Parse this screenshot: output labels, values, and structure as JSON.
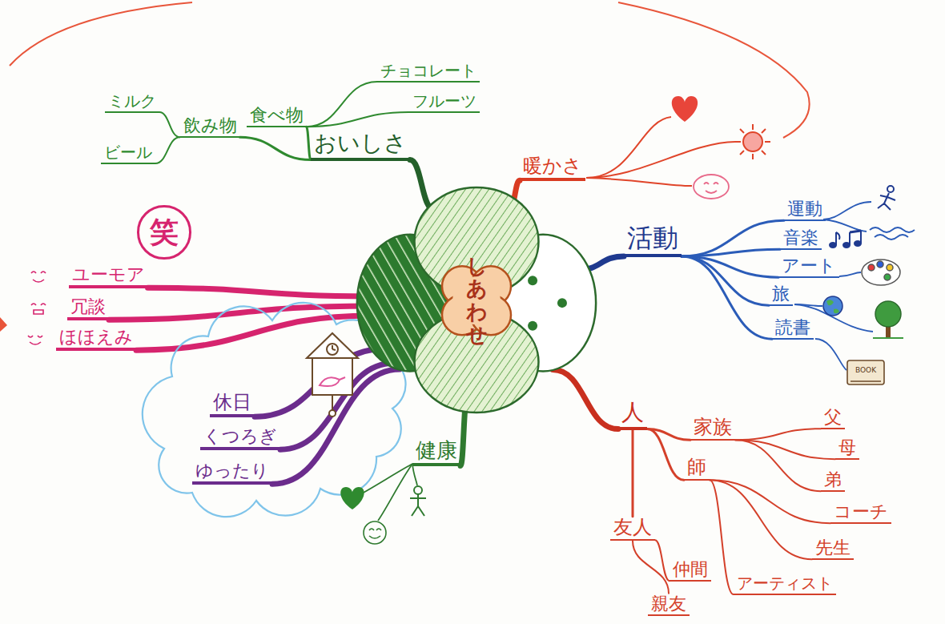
{
  "diagram": {
    "nodes": [
      {
        "text": [
          "しあわせ"
        ]
      },
      {
        "text": [
          "おいしさ"
        ]
      },
      {
        "text": [
          "飲み物"
        ]
      },
      {
        "text": [
          "食べ物"
        ]
      },
      {
        "text": [
          "ミルク"
        ]
      },
      {
        "text": [
          "ビール"
        ]
      },
      {
        "text": [
          "チョコレート"
        ]
      },
      {
        "text": [
          "フルーツ"
        ]
      },
      {
        "text": [
          "暖かさ"
        ]
      },
      {
        "text": [
          "活動"
        ]
      },
      {
        "text": [
          "運動"
        ]
      },
      {
        "text": [
          "音楽"
        ]
      },
      {
        "text": [
          "アート"
        ]
      },
      {
        "text": [
          "旅"
        ]
      },
      {
        "text": [
          "読書"
        ]
      },
      {
        "text": [
          "人"
        ]
      },
      {
        "text": [
          "家族"
        ]
      },
      {
        "text": [
          "父"
        ]
      },
      {
        "text": [
          "母"
        ]
      },
      {
        "text": [
          "弟"
        ]
      },
      {
        "text": [
          "師"
        ]
      },
      {
        "text": [
          "コーチ"
        ]
      },
      {
        "text": [
          "先生"
        ]
      },
      {
        "text": [
          "アーティスト"
        ]
      },
      {
        "text": [
          "友人"
        ]
      },
      {
        "text": [
          "仲間"
        ]
      },
      {
        "text": [
          "親友"
        ]
      },
      {
        "text": [
          "健康"
        ]
      },
      {
        "text": [
          "休日"
        ]
      },
      {
        "text": [
          "くつろぎ"
        ]
      },
      {
        "text": [
          "ゆったり"
        ]
      },
      {
        "text": [
          "笑"
        ]
      },
      {
        "text": [
          "ユーモア"
        ]
      },
      {
        "text": [
          "冗談"
        ]
      },
      {
        "text": [
          "ほほえみ"
        ]
      }
    ],
    "edges": [
      {
        "from": 0,
        "to": 1,
        "arrow": "none"
      },
      {
        "from": 1,
        "to": 2,
        "arrow": "none"
      },
      {
        "from": 1,
        "to": 3,
        "arrow": "none"
      },
      {
        "from": 2,
        "to": 4,
        "arrow": "none"
      },
      {
        "from": 2,
        "to": 5,
        "arrow": "none"
      },
      {
        "from": 3,
        "to": 6,
        "arrow": "none"
      },
      {
        "from": 3,
        "to": 7,
        "arrow": "none"
      },
      {
        "from": 0,
        "to": 8,
        "arrow": "none"
      },
      {
        "from": 0,
        "to": 9,
        "arrow": "none"
      },
      {
        "from": 9,
        "to": 10,
        "arrow": "none"
      },
      {
        "from": 9,
        "to": 11,
        "arrow": "none"
      },
      {
        "from": 9,
        "to": 12,
        "arrow": "none"
      },
      {
        "from": 9,
        "to": 13,
        "arrow": "none"
      },
      {
        "from": 9,
        "to": 14,
        "arrow": "none"
      },
      {
        "from": 0,
        "to": 15,
        "arrow": "none"
      },
      {
        "from": 15,
        "to": 16,
        "arrow": "none"
      },
      {
        "from": 15,
        "to": 20,
        "arrow": "none"
      },
      {
        "from": 15,
        "to": 24,
        "arrow": "none"
      },
      {
        "from": 16,
        "to": 17,
        "arrow": "none"
      },
      {
        "from": 16,
        "to": 18,
        "arrow": "none"
      },
      {
        "from": 16,
        "to": 19,
        "arrow": "none"
      },
      {
        "from": 20,
        "to": 21,
        "arrow": "none"
      },
      {
        "from": 20,
        "to": 22,
        "arrow": "none"
      },
      {
        "from": 20,
        "to": 23,
        "arrow": "none"
      },
      {
        "from": 24,
        "to": 25,
        "arrow": "none"
      },
      {
        "from": 24,
        "to": 26,
        "arrow": "none"
      },
      {
        "from": 0,
        "to": 27,
        "arrow": "none"
      },
      {
        "from": 0,
        "to": 28,
        "arrow": "none"
      },
      {
        "from": 0,
        "to": 29,
        "arrow": "none"
      },
      {
        "from": 0,
        "to": 30,
        "arrow": "none"
      },
      {
        "from": 0,
        "to": 32,
        "arrow": "none"
      },
      {
        "from": 0,
        "to": 33,
        "arrow": "none"
      },
      {
        "from": 0,
        "to": 34,
        "arrow": "none"
      }
    ],
    "labels": [
      "BOOK"
    ]
  }
}
